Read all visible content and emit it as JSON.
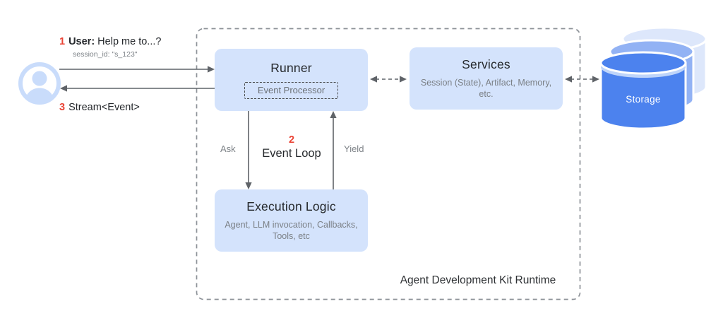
{
  "diagram": {
    "user_flow": {
      "step1_number": "1",
      "step1_label": "User:",
      "step1_text": " Help me to...?",
      "session_id": "session_id: \"s_123\"",
      "step3_number": "3",
      "step3_text": "Stream<Event>"
    },
    "runner": {
      "title": "Runner",
      "subcomponent": "Event Processor"
    },
    "services": {
      "title": "Services",
      "subtitle": "Session (State), Artifact, Memory, etc."
    },
    "execution_logic": {
      "title": "Execution Logic",
      "subtitle": "Agent, LLM invocation, Callbacks, Tools, etc"
    },
    "event_loop": {
      "number": "2",
      "label": "Event Loop",
      "ask_label": "Ask",
      "yield_label": "Yield"
    },
    "storage": {
      "label": "Storage"
    },
    "runtime_label": "Agent Development Kit Runtime",
    "colors": {
      "node_fill": "#d4e3fc",
      "step_number_red": "#ea4335",
      "arrow_gray": "#5f6368",
      "dashed_border_gray": "#8d9298",
      "subtitle_gray": "#7b8086",
      "storage_front_blue": "#4c82ee",
      "storage_mid_blue": "#92b2f4",
      "storage_back_blue": "#dde7fb",
      "avatar_blue": "#c9dcfb"
    }
  }
}
